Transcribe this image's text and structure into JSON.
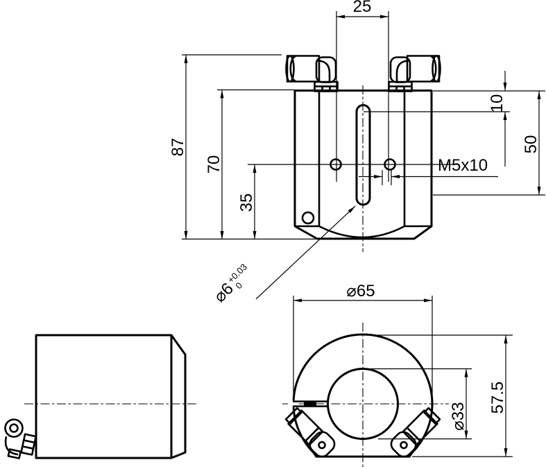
{
  "meta": {
    "type": "technical-drawing",
    "subject": "pneumatic clamping ring with two elbow air fittings",
    "units": "mm",
    "line_color": "#000000",
    "background_color": "#ffffff"
  },
  "dims": {
    "port_spacing": "25",
    "overall_height": "87",
    "body_height": "70",
    "hole_center_height": "35",
    "slot_top_offset": "10",
    "slot_span": "50",
    "thread": "M5x10",
    "slot_width": "⌀6",
    "slot_tol_plus": "+0.03",
    "slot_tol_zero": "0",
    "outer_dia": "⌀65",
    "bore_dia": "⌀33",
    "flat_height": "57.5"
  }
}
